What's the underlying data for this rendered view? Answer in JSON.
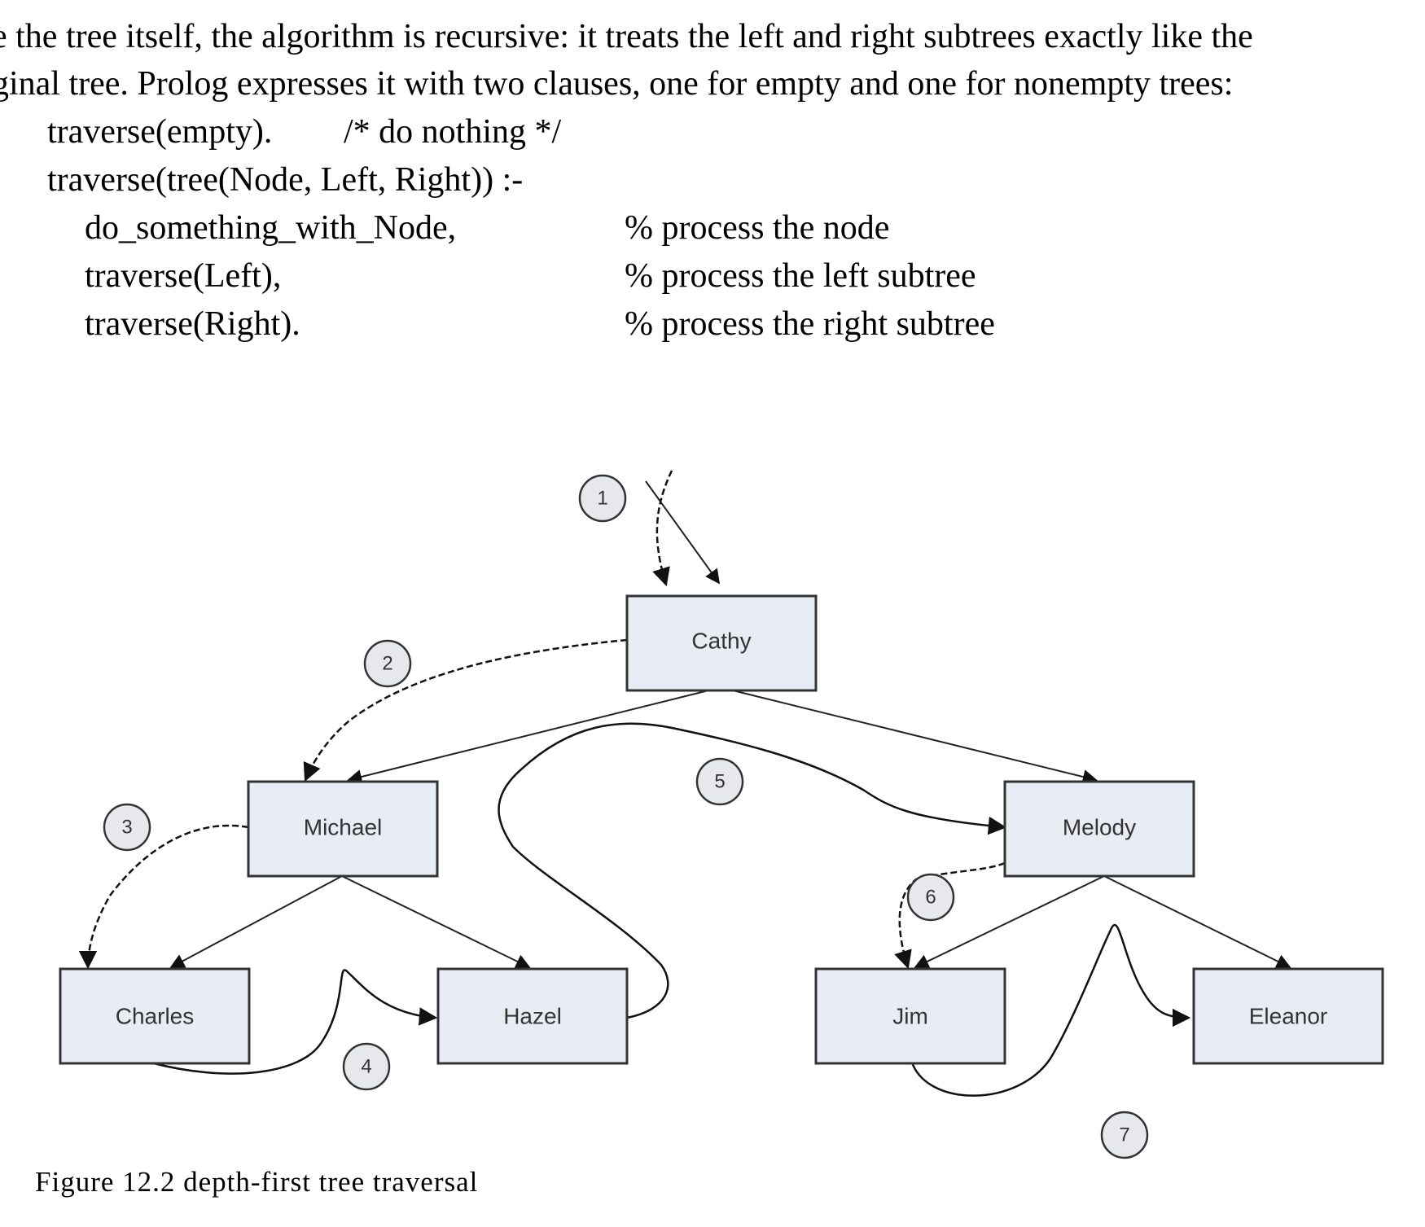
{
  "prose": {
    "line1": "e the tree itself, the algorithm is recursive: it treats the left and right subtrees exactly like the",
    "line2": "ginal tree. Prolog expresses it with two clauses, one for empty and one for nonempty trees:"
  },
  "code": {
    "line1_code": "traverse(empty).",
    "line1_comment": "/* do nothing */",
    "line2_code": "traverse(tree(Node, Left, Right)) :-",
    "line3_code": "do_something_with_Node,",
    "line3_comment": "% process the node",
    "line4_code": "traverse(Left),",
    "line4_comment": "% process the left subtree",
    "line5_code": "traverse(Right).",
    "line5_comment": "% process the right subtree"
  },
  "diagram": {
    "nodes": {
      "cathy": "Cathy",
      "michael": "Michael",
      "melody": "Melody",
      "charles": "Charles",
      "hazel": "Hazel",
      "jim": "Jim",
      "eleanor": "Eleanor"
    },
    "steps": [
      "1",
      "2",
      "3",
      "4",
      "5",
      "6",
      "7"
    ],
    "colors": {
      "node_fill": "#e8ecf4",
      "node_stroke": "#333333",
      "step_fill": "#e6e8ec"
    }
  },
  "caption": "Figure 12.2 depth-first tree traversal"
}
